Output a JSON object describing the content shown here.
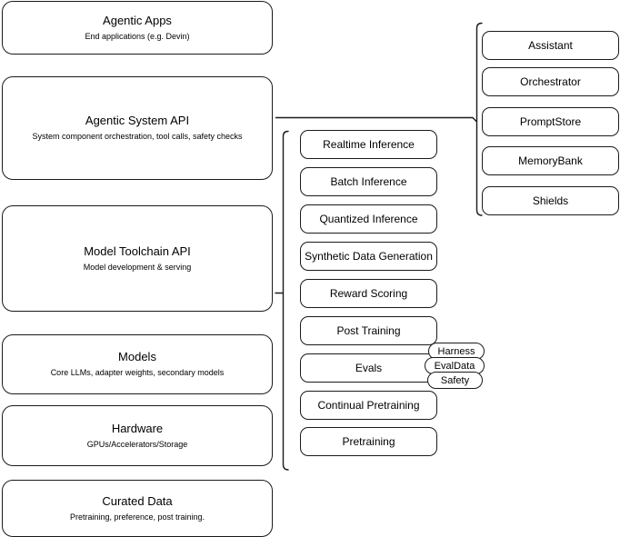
{
  "diagram": {
    "title": "Llama Stack layered architecture",
    "background_color": "#ffffff",
    "stroke_color": "#1a1a1a"
  },
  "layers": [
    {
      "name": "agentic-apps",
      "title": "Agentic Apps",
      "subtitle": "End applications (e.g. Devin)"
    },
    {
      "name": "agentic-system-api",
      "title": "Agentic System API",
      "subtitle": "System component orchestration, tool calls, safety checks"
    },
    {
      "name": "model-toolchain-api",
      "title": "Model Toolchain API",
      "subtitle": "Model development & serving"
    },
    {
      "name": "models",
      "title": "Models",
      "subtitle": "Core LLMs, adapter weights, secondary models"
    },
    {
      "name": "hardware",
      "title": "Hardware",
      "subtitle": "GPUs/Accelerators/Storage"
    },
    {
      "name": "curated-data",
      "title": "Curated Data",
      "subtitle": "Pretraining, preference, post training."
    }
  ],
  "toolchain_components": [
    {
      "name": "realtime-inference",
      "label": "Realtime Inference"
    },
    {
      "name": "batch-inference",
      "label": "Batch Inference"
    },
    {
      "name": "quantized-inference",
      "label": "Quantized Inference"
    },
    {
      "name": "synthetic-data-generation",
      "label": "Synthetic Data Generation"
    },
    {
      "name": "reward-scoring",
      "label": "Reward Scoring"
    },
    {
      "name": "post-training",
      "label": "Post Training"
    },
    {
      "name": "evals",
      "label": "Evals"
    },
    {
      "name": "continual-pretraining",
      "label": "Continual Pretraining"
    },
    {
      "name": "pretraining",
      "label": "Pretraining"
    }
  ],
  "eval_subcomponents": [
    {
      "name": "harness",
      "label": "Harness"
    },
    {
      "name": "evaldata",
      "label": "EvalData"
    },
    {
      "name": "safety",
      "label": "Safety"
    }
  ],
  "agentic_system_components": [
    {
      "name": "assistant",
      "label": "Assistant"
    },
    {
      "name": "orchestrator",
      "label": "Orchestrator"
    },
    {
      "name": "promptstore",
      "label": "PromptStore"
    },
    {
      "name": "memorybank",
      "label": "MemoryBank"
    },
    {
      "name": "shields",
      "label": "Shields"
    }
  ]
}
